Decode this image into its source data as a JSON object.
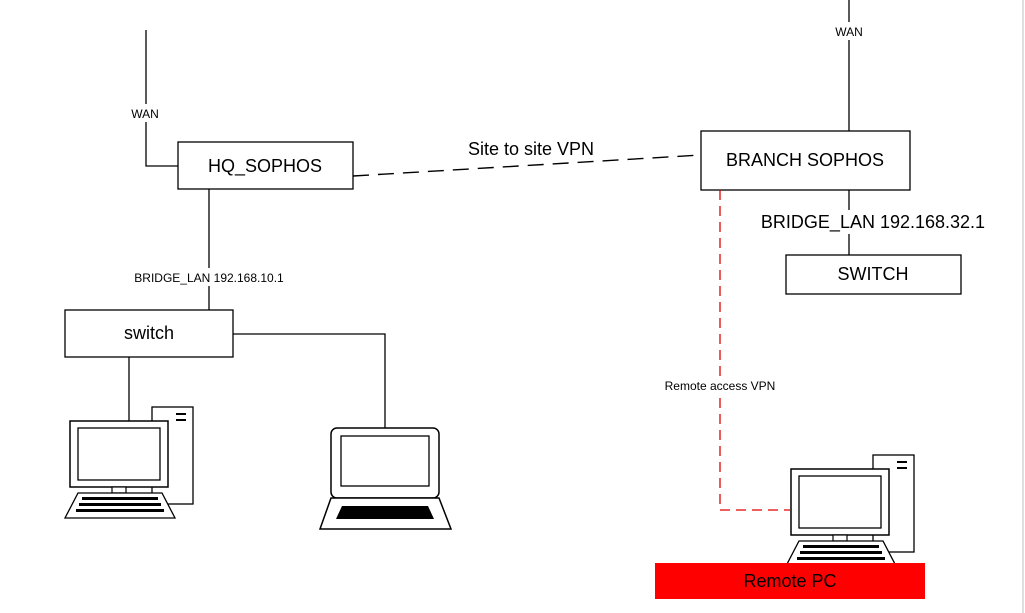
{
  "nodes": {
    "hq_sophos": "HQ_SOPHOS",
    "branch_sophos": "BRANCH SOPHOS",
    "hq_switch": "switch",
    "branch_switch": "SWITCH",
    "remote_pc": "Remote PC"
  },
  "links": {
    "hq_wan": "WAN",
    "branch_wan": "WAN",
    "site_to_site": "Site to site VPN",
    "hq_bridge_lan": "BRIDGE_LAN 192.168.10.1",
    "branch_bridge_lan": "BRIDGE_LAN 192.168.32.1",
    "remote_access": "Remote access VPN"
  },
  "colors": {
    "remote_vpn_line": "#e00000",
    "remote_pc_fill": "#ff0000"
  },
  "icons": [
    "desktop-computer-icon",
    "laptop-icon",
    "desktop-computer-icon"
  ]
}
